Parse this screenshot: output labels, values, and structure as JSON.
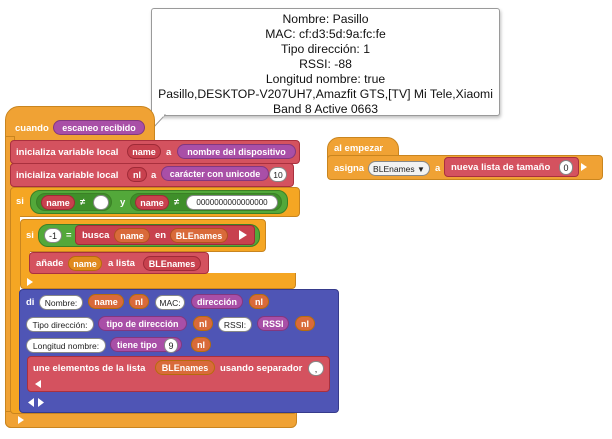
{
  "tooltip": {
    "lines": [
      "Nombre: Pasillo",
      "MAC: cf:d3:5d:9a:fc:fe",
      "Tipo dirección: 1",
      "RSSI: -88",
      "Longitud nombre: true",
      "Pasillo,DESKTOP-V207UH7,Amazfit GTS,[TV] Mi Tele,Xiaomi",
      "Band 8 Active 0663"
    ]
  },
  "event_block": {
    "label": "cuando",
    "param": "escaneo recibido"
  },
  "init1": {
    "label": "inicializa variable local",
    "var": "name",
    "a": "a",
    "value": "nombre del dispositivo"
  },
  "init2": {
    "label": "inicializa variable local",
    "var": "nl",
    "a": "a",
    "func": "carácter con unicode",
    "num": "10"
  },
  "if1": {
    "si": "si",
    "lhs": "name",
    "op1": "≠",
    "and": "y",
    "rhs_var": "name",
    "op2": "≠",
    "rhs_str": "0000000000000000"
  },
  "if2": {
    "si": "si",
    "num": "-1",
    "eq": "=",
    "func": "busca",
    "var": "name",
    "en": "en",
    "list": "BLEnames"
  },
  "add_block": {
    "label": "añade",
    "var": "name",
    "a_lista": "a lista",
    "list": "BLEnames"
  },
  "say_block": {
    "di": "di",
    "row1": [
      "Nombre:",
      "name",
      "nl",
      "MAC:",
      "dirección",
      "nl"
    ],
    "row2": [
      "Tipo dirección:",
      "tipo de dirección",
      "nl",
      "RSSI:",
      "RSSI",
      "nl"
    ],
    "row3": [
      "Longitud nombre:",
      "tiene tipo",
      "9",
      "nl"
    ],
    "join": {
      "label": "une elementos de la lista",
      "list": "BLEnames",
      "sep_label": "usando separador",
      "sep": ","
    }
  },
  "start_block": {
    "label": "al empezar",
    "set": "asigna",
    "var": "BLEnames",
    "a": "a",
    "func": "nueva lista de tamaño",
    "num": "0"
  },
  "colors": {
    "event": "#f0a234",
    "variables": "#d4525f",
    "control": "#f5a623",
    "logic": "#53a83a",
    "text_output": "#4f55b5",
    "procedure": "#a94fa7"
  }
}
